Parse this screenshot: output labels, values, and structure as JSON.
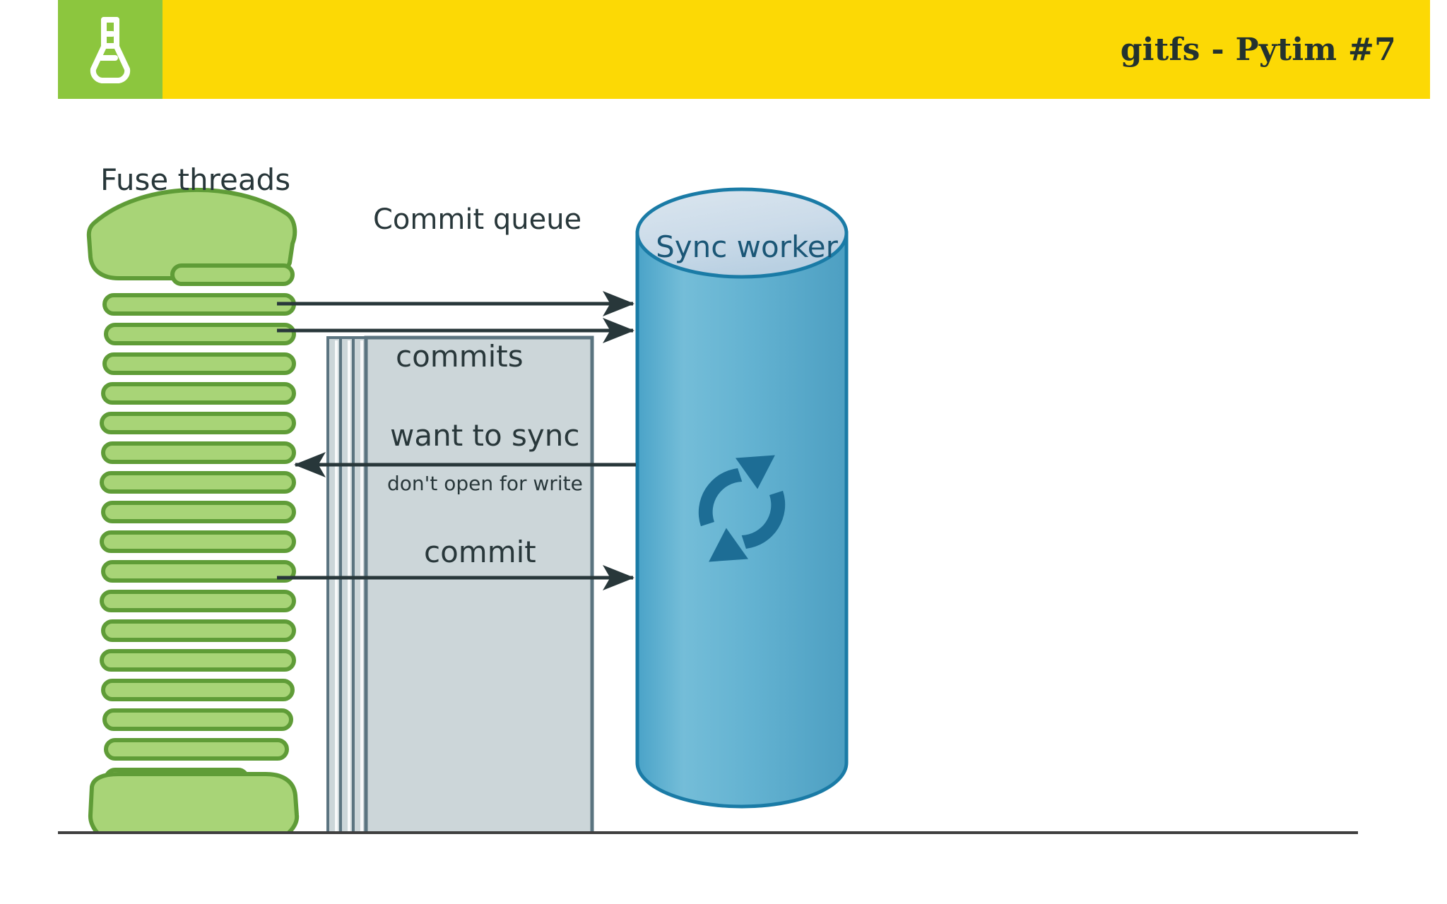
{
  "header": {
    "title": "gitfs - Pytim #7",
    "logo_icon": "flask-icon",
    "logo_bg": "#8cc63e",
    "bar_bg": "#fcd905",
    "title_color": "#23322f"
  },
  "diagram": {
    "type": "architecture-flow",
    "labels": {
      "fuse_threads": "Fuse threads",
      "commit_queue": "Commit queue",
      "sync_worker": "Sync worker",
      "commits": "commits",
      "want_to_sync": "want to sync",
      "dont_open_for_write": "don't open for write",
      "commit": "commit"
    },
    "nodes": [
      {
        "name": "fuse-threads-spool",
        "icon": "thread-spool-icon",
        "color": "#a8d477",
        "stroke": "#5f9c37"
      },
      {
        "name": "commit-queue-stack",
        "icon": "card-stack-icon",
        "color": "#ccd6d9",
        "stroke": "#5b7480",
        "cards": 4
      },
      {
        "name": "sync-worker-cylinder",
        "icon": "cylinder-icon",
        "color": "#61b0d2",
        "stroke": "#1a7ba6",
        "inner_icon": "sync-refresh-icon"
      }
    ],
    "arrows": [
      {
        "name": "arrow-commits-top-1",
        "direction": "right",
        "label": ""
      },
      {
        "name": "arrow-commits-top-2",
        "direction": "right",
        "label": "commits"
      },
      {
        "name": "arrow-want-to-sync",
        "direction": "left",
        "label": "want to sync"
      },
      {
        "name": "arrow-commit",
        "direction": "right",
        "label": "commit"
      }
    ],
    "colors": {
      "arrow": "#28373a",
      "spool_fill": "#a8d477",
      "spool_stroke": "#5f9c37",
      "card_fill": "#ccd6d9",
      "card_stroke": "#5b7480",
      "cylinder_fill": "#61b0d2",
      "cylinder_top": "#cdddea",
      "cylinder_stroke": "#1a7ba6",
      "text": "#28373a",
      "sync_text": "#1a5676"
    }
  },
  "footer": {
    "rule_color": "#3f3f3f"
  }
}
